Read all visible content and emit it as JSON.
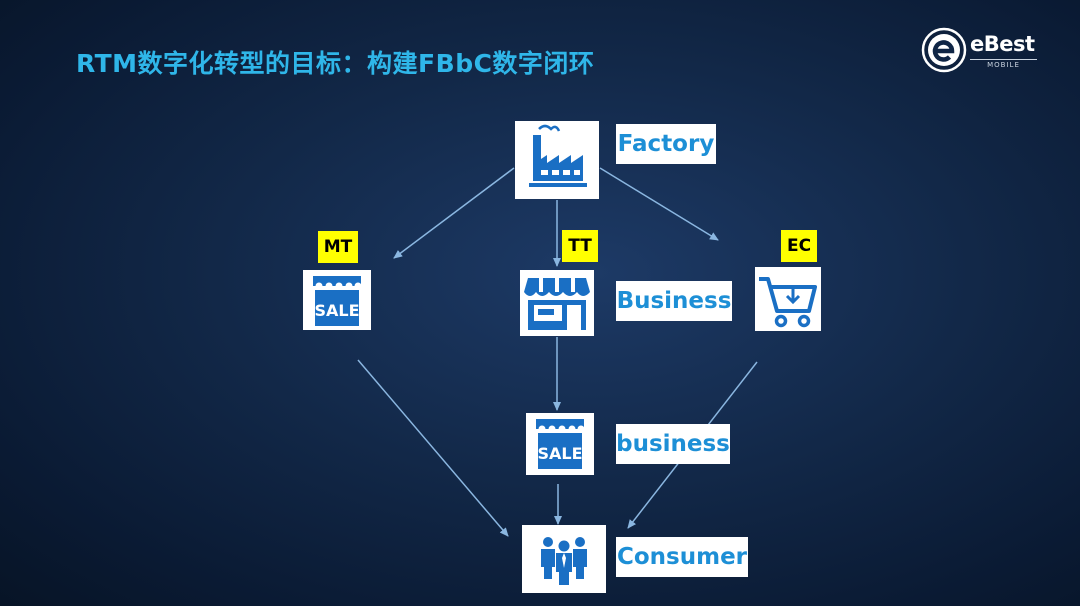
{
  "title": "RTM数字化转型的目标：构建FBbC数字闭环",
  "logo": {
    "brand": "eBest",
    "subtitle": "MOBILE"
  },
  "nodes": {
    "factory": {
      "label": "Factory",
      "icon": "factory-icon"
    },
    "business": {
      "label": "Business",
      "icon": "storefront-icon"
    },
    "small_business": {
      "label": "business",
      "icon": "sale-store-icon"
    },
    "consumer": {
      "label": "Consumer",
      "icon": "people-group-icon"
    },
    "mt_store": {
      "icon": "sale-store-icon"
    },
    "ec_cart": {
      "icon": "shopping-cart-download-icon"
    }
  },
  "tags": {
    "mt": "MT",
    "tt": "TT",
    "ec": "EC"
  },
  "colors": {
    "title": "#2fb6e9",
    "label_text": "#1d8fd6",
    "icon_blue": "#1a6fc4",
    "tag_bg": "#ffff00",
    "arrow": "#8ab6e0"
  }
}
